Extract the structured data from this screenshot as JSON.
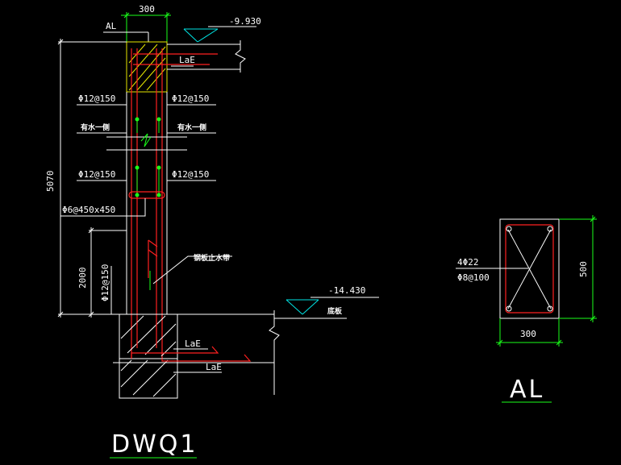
{
  "drawing": {
    "main_title": "DWQ1",
    "section_title": "AL"
  },
  "wall_section": {
    "top_width_dim": "300",
    "al_label": "AL",
    "top_elevation": "-9.930",
    "bottom_elevation": "-14.430",
    "floor_label": "底板",
    "anchor_label_top": "LaE",
    "anchor_label_bottom_1": "LaE",
    "anchor_label_bottom_2": "LaE",
    "rebar_left_1": "Φ12@150",
    "rebar_right_1": "Φ12@150",
    "rebar_left_2": "Φ12@150",
    "rebar_right_2": "Φ12@150",
    "water_side_left": "有水一侧",
    "water_side_right": "有水一侧",
    "tie_bar": "Φ6@450x450",
    "height_dim": "5070",
    "lower_height_dim": "2000",
    "lower_rebar": "Φ12@150",
    "waterstop_label": "钢板止水带"
  },
  "al_section": {
    "main_bars": "4Φ22",
    "stirrup": "Φ8@100",
    "width_dim": "300",
    "height_dim": "500"
  }
}
